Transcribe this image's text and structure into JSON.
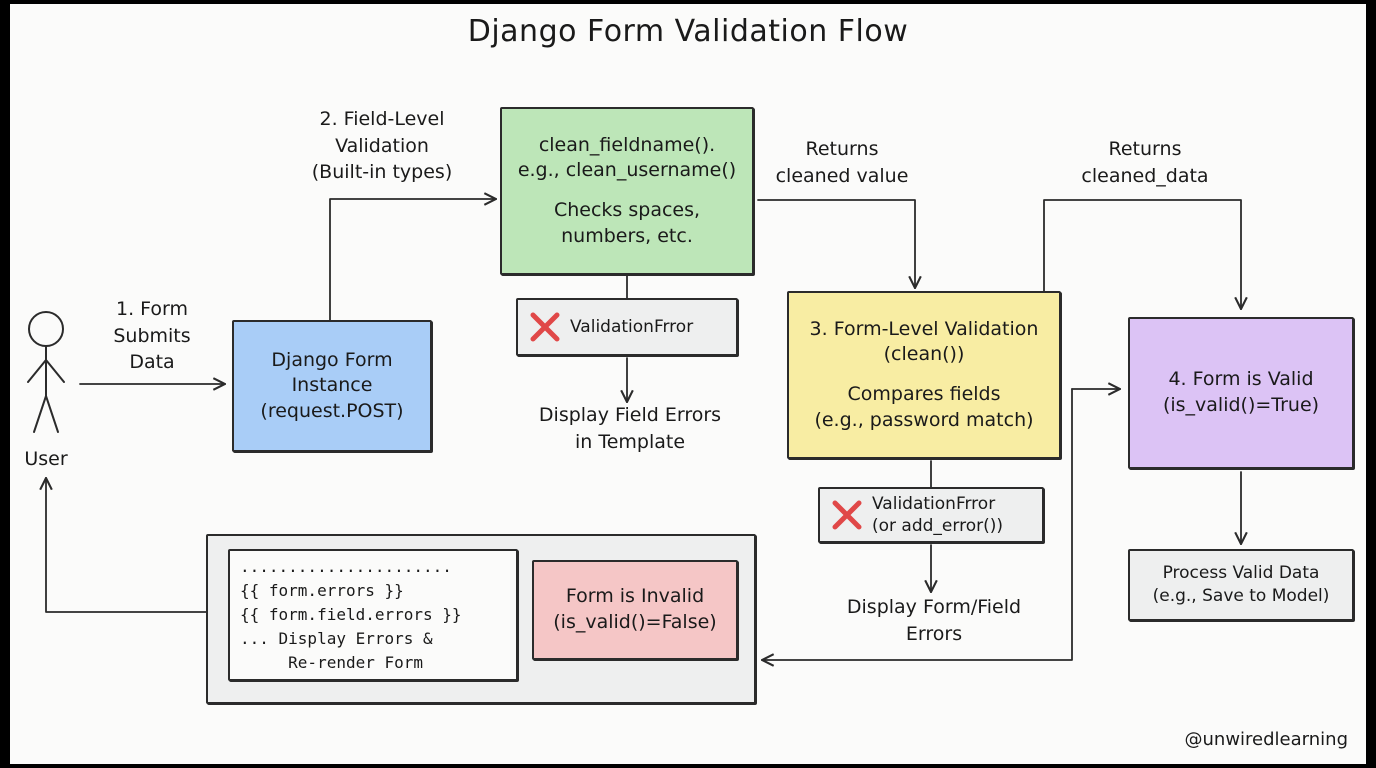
{
  "title": "Django Form Validation Flow",
  "user": {
    "label": "User"
  },
  "edge_labels": {
    "submit": [
      "1. Form",
      "Submits",
      "Data"
    ],
    "field_level": [
      "2. Field-Level",
      "Validation",
      "(Built-in types)"
    ],
    "returns_value": [
      "Returns",
      "cleaned value"
    ],
    "returns_data": [
      "Returns",
      "cleaned_data"
    ]
  },
  "nodes": {
    "form_instance": [
      "Django Form",
      "Instance",
      "(request.POST)"
    ],
    "clean_field": {
      "lines": [
        "clean_fieldname().",
        "e.g., clean_username()"
      ],
      "note": [
        "Checks spaces,",
        "numbers, etc."
      ]
    },
    "field_error": {
      "icon": "red-x-icon",
      "text": "ValidationFrror"
    },
    "display_field_errors": [
      "Display Field Errors",
      "in Template"
    ],
    "form_level": {
      "lines": [
        "3. Form-Level Validation",
        "(clean())"
      ],
      "note": [
        "Compares fields",
        "(e.g., password match)"
      ]
    },
    "form_error": {
      "icon": "red-x-icon",
      "lines": [
        "ValidationFrror",
        "(or add_error())"
      ]
    },
    "display_form_errors": [
      "Display Form/Field",
      "Errors"
    ],
    "form_valid": [
      "4. Form is Valid",
      "(is_valid()=True)"
    ],
    "process_data": [
      "Process Valid Data",
      "(e.g., Save to Model)"
    ],
    "template_code": [
      "......................",
      "{{ form.errors }}",
      "{{ form.field.errors }}",
      "... Display Errors &",
      "     Re-render Form"
    ],
    "form_invalid": [
      "Form is Invalid",
      "(is_valid()=False)"
    ]
  },
  "colors": {
    "blue": "#a9cdf7",
    "green": "#bde6b8",
    "yellow": "#f8eda3",
    "purple": "#dcc3f5",
    "red": "#f5c6c6",
    "gray": "#eeefef",
    "x_red": "#e04848"
  },
  "watermark": "@unwiredlearning"
}
